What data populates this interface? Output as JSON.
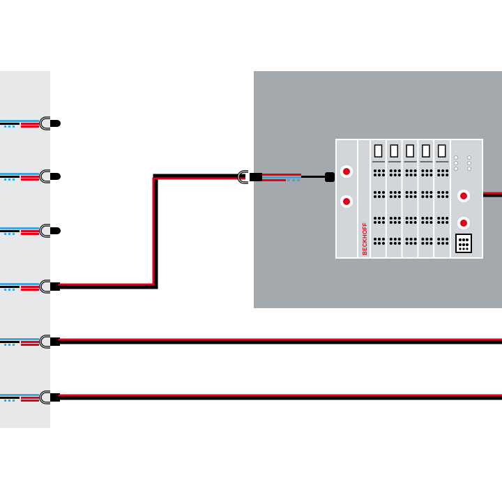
{
  "colors": {
    "background": "#ffffff",
    "left_panel": "#e6e8e9",
    "cabinet": "#a4a9ae",
    "module_body": "#d3d6d8",
    "module_outline": "#ffffff",
    "cable_red": "#e3001b",
    "cable_black": "#000000",
    "wire_blue": "#3aa7de",
    "led_red": "#e3001b"
  },
  "diagram": {
    "device_brand": "BECKHOFF",
    "left_panel_ports": [
      {
        "name": "port-1",
        "connected": false
      },
      {
        "name": "port-2",
        "connected": false
      },
      {
        "name": "port-3",
        "connected": false
      },
      {
        "name": "port-4",
        "connected": true,
        "target": "io-module"
      },
      {
        "name": "port-5",
        "connected": true,
        "target": "off-screen-right"
      },
      {
        "name": "port-6",
        "connected": true,
        "target": "off-screen-right"
      }
    ],
    "io_module": {
      "slot_count": 5,
      "status_leds": 4
    }
  }
}
